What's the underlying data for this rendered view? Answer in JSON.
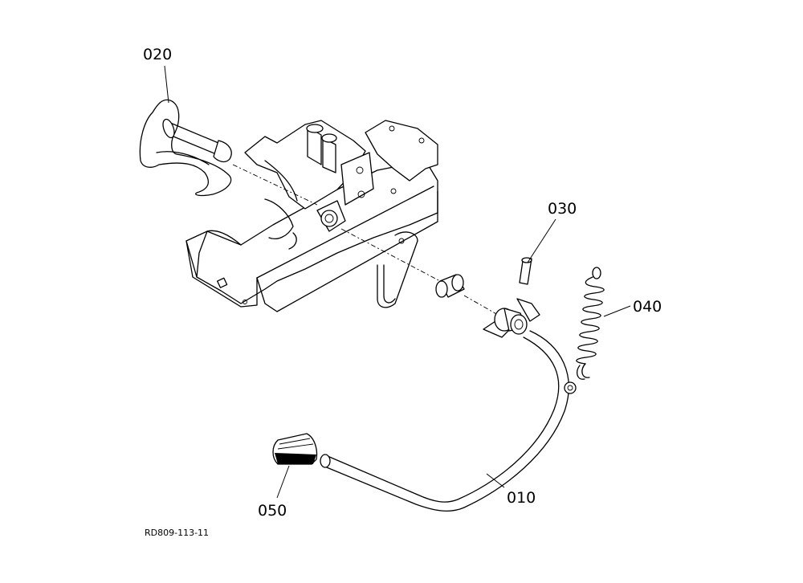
{
  "callouts": {
    "p010": "010",
    "p020": "020",
    "p030": "030",
    "p040": "040",
    "p050": "050"
  },
  "reference_code": "RD809-113-11"
}
